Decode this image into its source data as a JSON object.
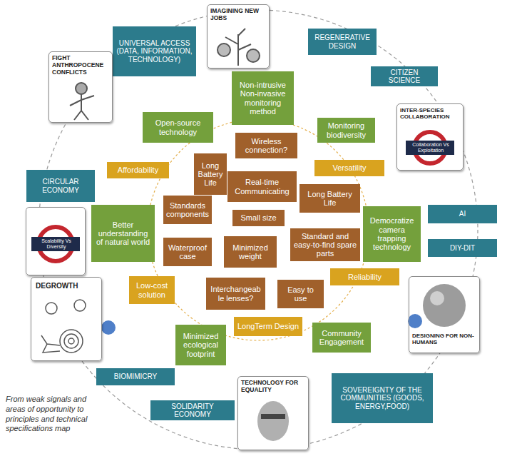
{
  "diagram": {
    "caption": "From weak signals and areas of opportunity to principles and technical specifications map",
    "nodes": [
      {
        "text": [
          "IMAGINING NEW JOBS"
        ]
      },
      {
        "text": [
          "UNIVERSAL ACCESS (DATA, INFORMATION, TECHNOLOGY)"
        ]
      },
      {
        "text": [
          "REGENERATIVE DESIGN"
        ]
      },
      {
        "text": [
          "CITIZEN SCIENCE"
        ]
      },
      {
        "text": [
          "FIGHT ANTHROPOCENE CONFLICTS"
        ]
      },
      {
        "text": [
          "Non-intrusive Non-invasive monitoring method"
        ]
      },
      {
        "text": [
          "Open-source technology"
        ]
      },
      {
        "text": [
          "Monitoring biodiversity"
        ]
      },
      {
        "text": [
          "INTER-SPECIES COLLABORATION",
          "Collaboration Vs Exploitation"
        ]
      },
      {
        "text": [
          "Wireless connection?"
        ]
      },
      {
        "text": [
          "Long Battery Life"
        ]
      },
      {
        "text": [
          "Real-time Communicating"
        ]
      },
      {
        "text": [
          "Affordability"
        ]
      },
      {
        "text": [
          "Versatility"
        ]
      },
      {
        "text": [
          "CIRCULAR ECONOMY"
        ]
      },
      {
        "text": [
          "Long Battery Life"
        ]
      },
      {
        "text": [
          "Standards components"
        ]
      },
      {
        "text": [
          "Small size"
        ]
      },
      {
        "text": [
          "Better understanding of natural world"
        ]
      },
      {
        "text": [
          "Democratize camera trapping technology"
        ]
      },
      {
        "text": [
          "AI"
        ]
      },
      {
        "text": [
          "Scalability Vs Diversity"
        ]
      },
      {
        "text": [
          "DIY-DIT"
        ]
      },
      {
        "text": [
          "Standard and easy-to-find spare parts"
        ]
      },
      {
        "text": [
          "Waterproof case"
        ]
      },
      {
        "text": [
          "Minimized weight"
        ]
      },
      {
        "text": [
          "Reliability"
        ]
      },
      {
        "text": [
          "Low-cost solution"
        ]
      },
      {
        "text": [
          "Interchangeab le lenses?"
        ]
      },
      {
        "text": [
          "Easy to use"
        ]
      },
      {
        "text": [
          "DEGROWTH"
        ]
      },
      {
        "text": [
          "DESIGNING FOR NON-HUMANS"
        ]
      },
      {
        "text": [
          "LongTerm Design"
        ]
      },
      {
        "text": [
          "Community Engagement"
        ]
      },
      {
        "text": [
          "Minimized ecological footprint"
        ]
      },
      {
        "text": [
          "BIOMIMICRY"
        ]
      },
      {
        "text": [
          "SOVEREIGNTY OF THE COMMUNITIES (GOODS, ENERGY,FOOD)"
        ]
      },
      {
        "text": [
          "SOLIDARITY ECONOMY"
        ]
      },
      {
        "text": [
          "TECHNOLOGY FOR EQUALITY"
        ]
      }
    ]
  }
}
